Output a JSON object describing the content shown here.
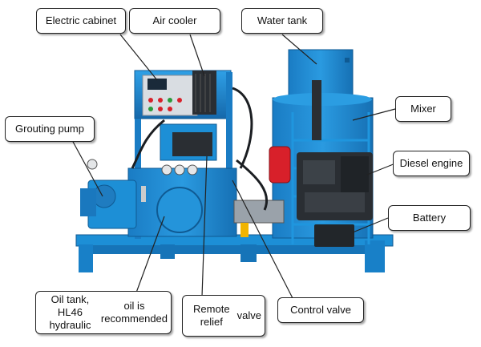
{
  "labels": {
    "electric_cabinet": "Electric cabinet",
    "air_cooler": "Air cooler",
    "water_tank": "Water tank",
    "mixer": "Mixer",
    "grouting_pump": "Grouting pump",
    "diesel_engine": "Diesel engine",
    "battery": "Battery",
    "oil_tank_line1": "Oil tank, HL46 hydraulic",
    "oil_tank_line2": "oil is recommended",
    "remote_relief_line1": "Remote relief",
    "remote_relief_line2": "valve",
    "control_valve": "Control valve"
  },
  "colors": {
    "machine_blue": "#1d8fd6",
    "frame_dark": "#1565a8",
    "tank_red": "#d8202a",
    "engine_dark": "#2a2e33"
  }
}
